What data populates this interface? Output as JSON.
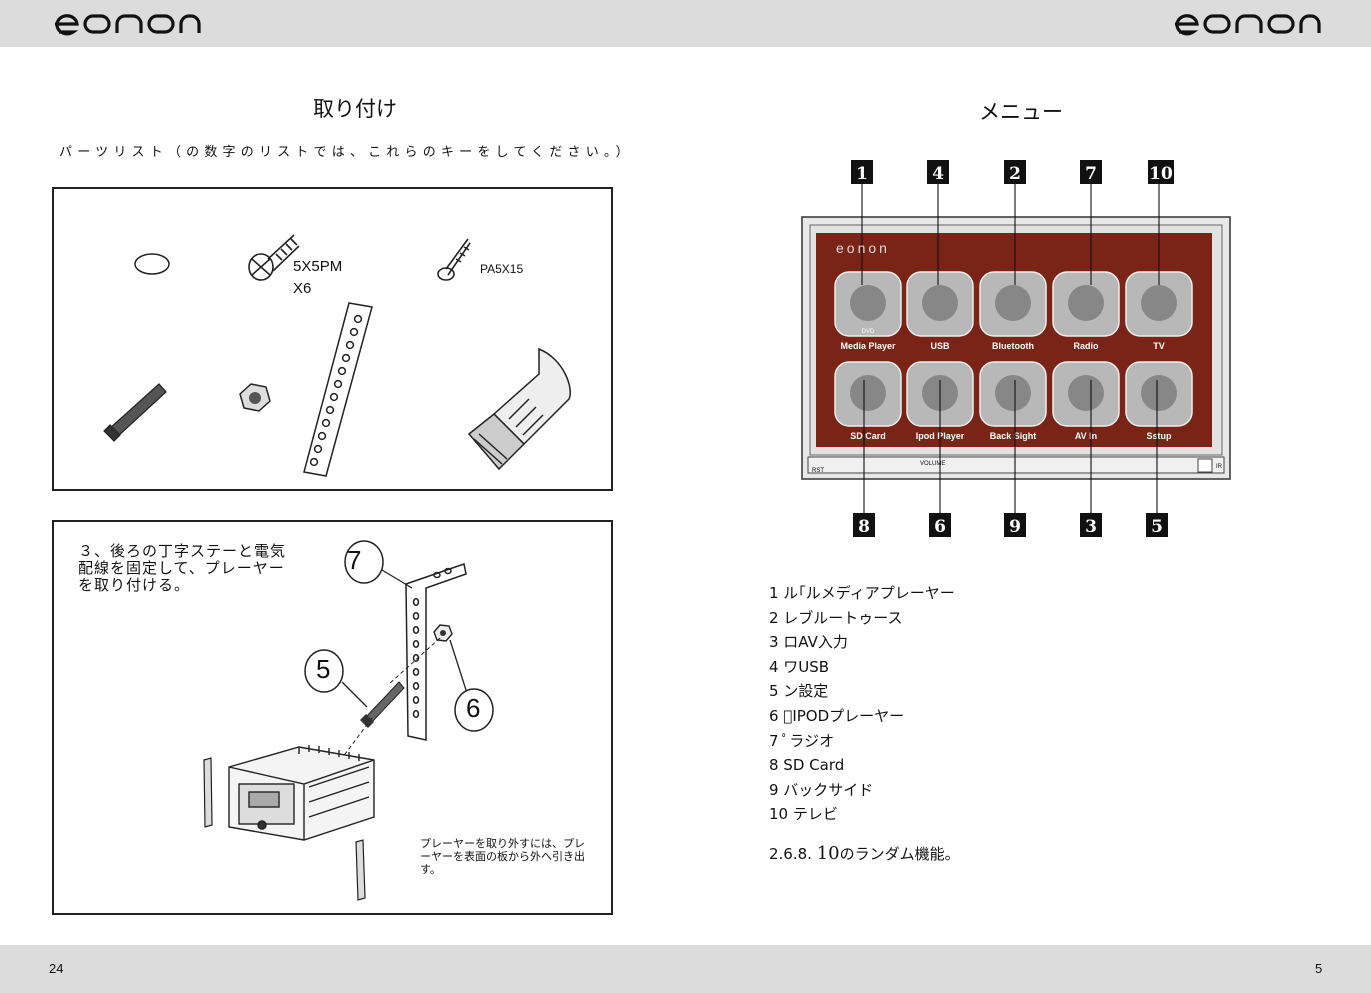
{
  "header": {
    "brand_left": "eonon",
    "brand_right": "eonon"
  },
  "left_page": {
    "title": "取り付け",
    "intro": "パーツリスト（の数字のリストでは、これらのキーをしてください。）",
    "parts": {
      "screw_label_1": "5X5PM",
      "screw_label_2": "X6",
      "screw2_label": "PA5X15"
    },
    "step": "３、後ろの丁字ステーと電気配線を固定して、プレーヤーを取り付ける。",
    "callouts": {
      "c7": "7",
      "c5": "5",
      "c6": "6"
    },
    "removal_note": "プレーヤーを取り外すには、プレーヤーを表面の板から外へ引き出す。",
    "page_number": "24"
  },
  "right_page": {
    "title": "メニュー",
    "screen_brand": "eonon",
    "top_callouts": [
      "1",
      "4",
      "2",
      "7",
      "10"
    ],
    "bottom_callouts": [
      "8",
      "6",
      "9",
      "3",
      "5"
    ],
    "icons_row1": [
      "Media Player",
      "USB",
      "Bluetooth",
      "Radio",
      "TV"
    ],
    "icons_row2": [
      "SD Card",
      "Ipod Player",
      "Back Sight",
      "AV In",
      "Sstup"
    ],
    "dvd_label": "DVD",
    "panel": {
      "rst": "RST",
      "volume": "VOLUME",
      "ir": "IR"
    },
    "menu_items": [
      "1 ル｢ルメディアプレーヤー",
      "2 レブルートゥース",
      "3 ロAV入力",
      "4 ワUSB",
      "5 ン設定",
      "6 ﾞIPODプレーヤー",
      "7 ﾟラジオ",
      "8 SD Card",
      "9 バックサイド",
      "10 テレビ"
    ],
    "note_prefix": "2.6.8. ",
    "note_num": "10",
    "note_suffix": "のランダム機能。",
    "page_number": "5"
  },
  "colors": {
    "band": "#dcdcdc",
    "screen": "#7a2418",
    "ink": "#111111"
  }
}
